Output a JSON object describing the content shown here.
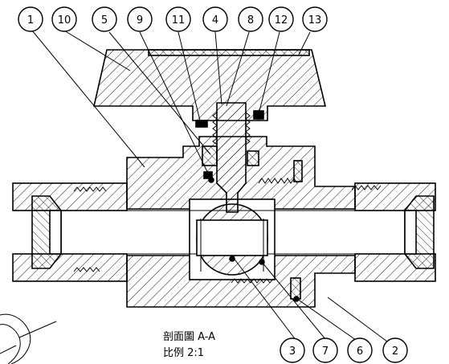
{
  "section_title": "剖面圖 A-A",
  "scale_label": "比例 2:1",
  "balloons": {
    "b1": "1",
    "b10": "10",
    "b5": "5",
    "b9": "9",
    "b11": "11",
    "b4": "4",
    "b8": "8",
    "b12": "12",
    "b13": "13",
    "b3": "3",
    "b7": "7",
    "b6": "6",
    "b2": "2"
  },
  "colors": {
    "line": "#000000",
    "background": "#ffffff"
  }
}
